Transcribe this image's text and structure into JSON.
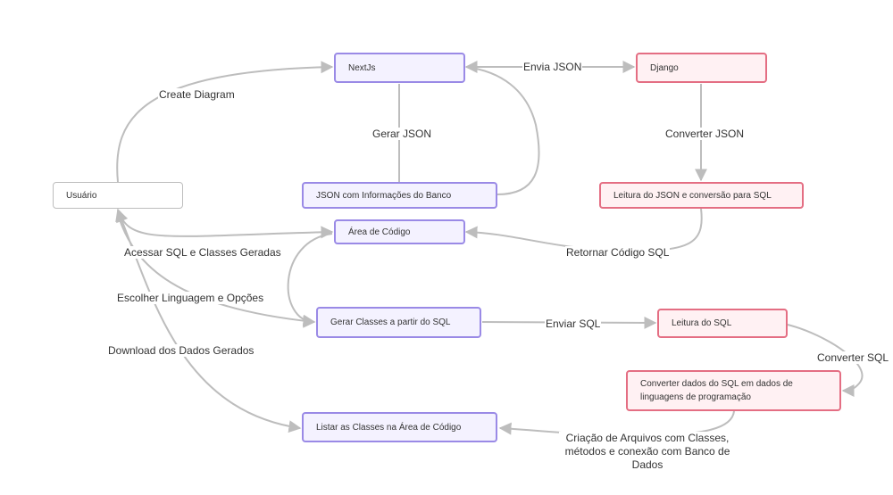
{
  "nodes": {
    "usuario": "Usuário",
    "nextjs": "NextJs",
    "django": "Django",
    "json_banco": "JSON com Informações do Banco",
    "leitura_json": "Leitura do JSON e conversão para SQL",
    "area_codigo": "Área de Código",
    "gerar_classes": "Gerar Classes a partir do SQL",
    "leitura_sql": "Leitura do SQL",
    "converter_dados": "Converter dados do SQL em dados de linguagens de programação",
    "listar_classes": "Listar as Classes na Área de Código"
  },
  "edges": {
    "create_diagram": "Create Diagram",
    "envia_json": "Envia JSON",
    "gerar_json": "Gerar JSON",
    "converter_json": "Converter JSON",
    "acessar_sql": "Acessar SQL e Classes Geradas",
    "retornar_codigo": "Retornar Código SQL",
    "escolher_linguagem": "Escolher Linguagem e Opções",
    "enviar_sql": "Enviar SQL",
    "download_dados": "Download dos Dados Gerados",
    "converter_sql": "Converter SQL",
    "criacao_arquivos": "Criação de Arquivos com Classes, métodos e conexão com Banco de Dados"
  },
  "colors": {
    "edge": "#bdbdbd",
    "neutral_border": "#bdbdbd",
    "purple_border": "#9a8ae6",
    "purple_fill": "#f4f2ff",
    "red_border": "#e46e83",
    "red_fill": "#fff1f3"
  }
}
